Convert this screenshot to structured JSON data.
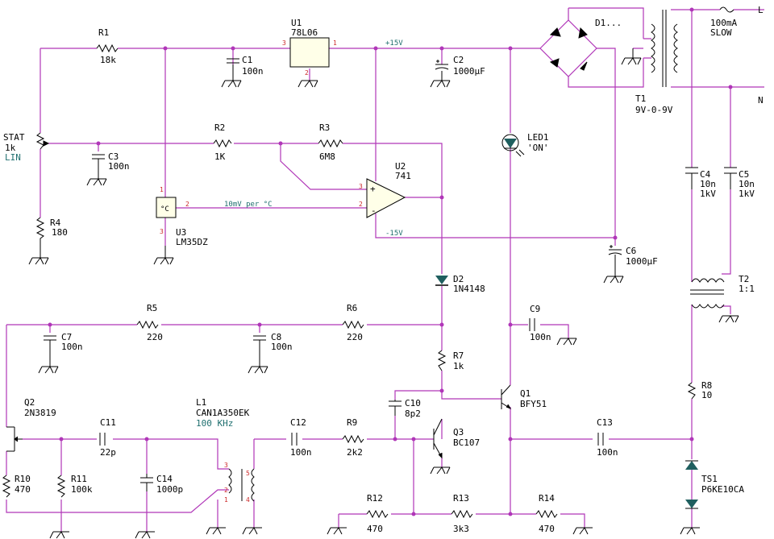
{
  "components": {
    "R1": {
      "ref": "R1",
      "value": "18k"
    },
    "C1": {
      "ref": "C1",
      "value": "100n"
    },
    "U1": {
      "ref": "U1",
      "value": "78L06",
      "pin_in": "3",
      "pin_out": "1",
      "pin_gnd": "2"
    },
    "C2": {
      "ref": "C2",
      "value": "1000µF"
    },
    "D1": {
      "ref": "D1..."
    },
    "T1": {
      "ref": "T1",
      "value": "9V-0-9V"
    },
    "F1": {
      "value": "100mA",
      "type": "SLOW"
    },
    "STAT": {
      "ref": "STAT",
      "value": "1k",
      "taper": "LIN"
    },
    "C3": {
      "ref": "C3",
      "value": "100n"
    },
    "R2": {
      "ref": "R2",
      "value": "1K"
    },
    "R3": {
      "ref": "R3",
      "value": "6M8"
    },
    "LED1": {
      "ref": "LED1",
      "value": "'ON'"
    },
    "U2": {
      "ref": "U2",
      "value": "741",
      "pin3": "3",
      "pin2": "2",
      "plus": "+",
      "minus": "-"
    },
    "U3": {
      "ref": "U3",
      "value": "LM35DZ",
      "symbol": "°C",
      "pin1": "1",
      "pin2": "2",
      "pin3": "3"
    },
    "R4": {
      "ref": "R4",
      "value": "180"
    },
    "C4": {
      "ref": "C4",
      "value": "10n",
      "rating": "1kV"
    },
    "C5": {
      "ref": "C5",
      "value": "10n",
      "rating": "1kV"
    },
    "C6": {
      "ref": "C6",
      "value": "1000µF"
    },
    "T2": {
      "ref": "T2",
      "value": "1:1"
    },
    "D2": {
      "ref": "D2",
      "value": "1N4148"
    },
    "R5": {
      "ref": "R5",
      "value": "220"
    },
    "R6": {
      "ref": "R6",
      "value": "220"
    },
    "C7": {
      "ref": "C7",
      "value": "100n"
    },
    "C8": {
      "ref": "C8",
      "value": "100n"
    },
    "C9": {
      "ref": "C9",
      "value": "100n"
    },
    "R7": {
      "ref": "R7",
      "value": "1k"
    },
    "Q1": {
      "ref": "Q1",
      "value": "BFY51"
    },
    "Q2": {
      "ref": "Q2",
      "value": "2N3819"
    },
    "L1": {
      "ref": "L1",
      "value": "CAN1A350EK",
      "freq": "100 KHz",
      "pins": [
        "3",
        "5",
        "2",
        "1",
        "4"
      ]
    },
    "C10": {
      "ref": "C10",
      "value": "8p2"
    },
    "C11": {
      "ref": "C11",
      "value": "22p"
    },
    "C12": {
      "ref": "C12",
      "value": "100n"
    },
    "R9": {
      "ref": "R9",
      "value": "2k2"
    },
    "Q3": {
      "ref": "Q3",
      "value": "BC107"
    },
    "C13": {
      "ref": "C13",
      "value": "100n"
    },
    "R8": {
      "ref": "R8",
      "value": "10"
    },
    "TS1": {
      "ref": "TS1",
      "value": "P6KE10CA"
    },
    "R10": {
      "ref": "R10",
      "value": "470"
    },
    "R11": {
      "ref": "R11",
      "value": "100k"
    },
    "C14": {
      "ref": "C14",
      "value": "1000p"
    },
    "R12": {
      "ref": "R12",
      "value": "470"
    },
    "R13": {
      "ref": "R13",
      "value": "3k3"
    },
    "R14": {
      "ref": "R14",
      "value": "470"
    }
  },
  "nets": {
    "pos": "+15V",
    "neg": "-15V",
    "sensor": "10mV per °C",
    "live": "L",
    "neutral": "N"
  },
  "colors": {
    "wire": "#b036b8",
    "pin": "#cc2a2a",
    "net": "#1f6f6f",
    "ink": "#000000",
    "accent": "#1f5f5f"
  }
}
